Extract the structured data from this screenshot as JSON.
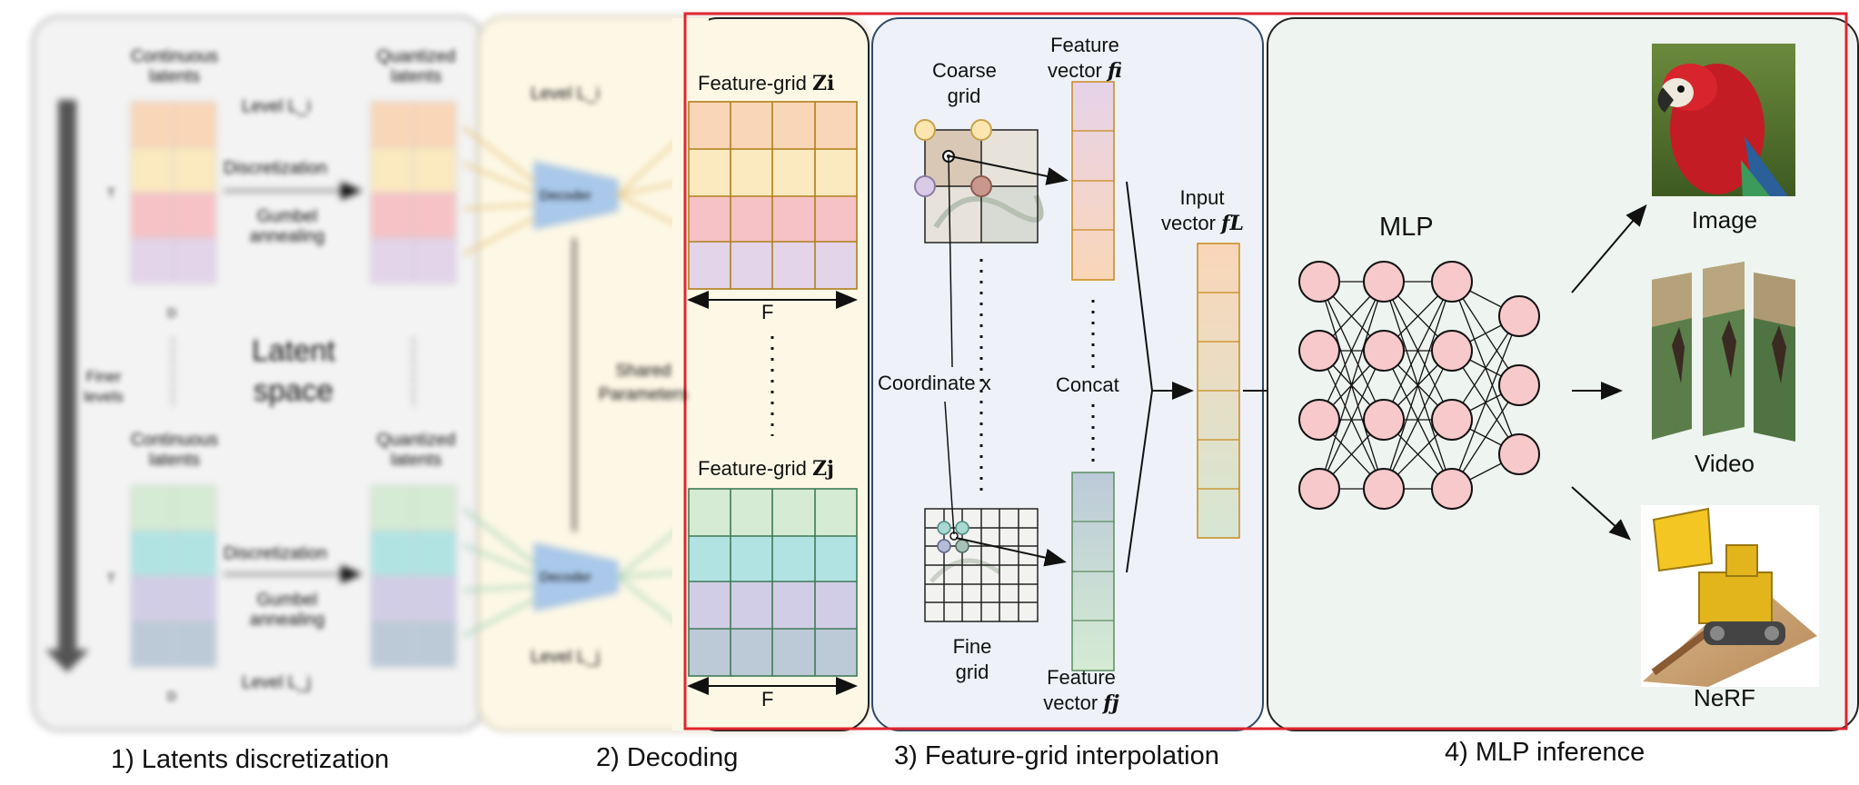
{
  "panel1": {
    "caption": "1) Latents discretization",
    "continuous_latents": "Continuous latents",
    "quantized_latents": "Quantized latents",
    "level_top": "Level L_i",
    "level_bottom": "Level L_j",
    "discretization": "Discretization",
    "gumbel": "Gumbel annealing",
    "latent_space": "Latent space",
    "finer_levels": "Finer levels",
    "dim_t": "T",
    "dim_d": "D"
  },
  "panel2": {
    "caption": "2) Decoding",
    "decoder": "Decoder",
    "shared_parameters": "Shared Parameters",
    "level_top": "Level L_i",
    "level_bottom": "Level L_j",
    "feature_grid_top": "Feature-grid",
    "feature_grid_top_sym": "Zi",
    "feature_grid_bottom": "Feature-grid",
    "feature_grid_bottom_sym": "Zj",
    "dim_f": "F"
  },
  "panel3": {
    "caption": "3) Feature-grid interpolation",
    "coarse_grid": [
      "Coarse",
      "grid"
    ],
    "fine_grid": [
      "Fine",
      "grid"
    ],
    "coordinate": "Coordinate x",
    "feature_vector_top": [
      "Feature",
      "vector"
    ],
    "feature_vector_top_sym": "fi",
    "feature_vector_bottom": [
      "Feature",
      "vector"
    ],
    "feature_vector_bottom_sym": "fj",
    "concat": "Concat",
    "input_vector": [
      "Input",
      "vector"
    ],
    "input_vector_sym": "fL"
  },
  "panel4": {
    "caption": "4) MLP inference",
    "mlp": "MLP",
    "outputs": [
      "Image",
      "Video",
      "NeRF"
    ]
  },
  "colors": {
    "highlight_border": "#e0262f",
    "grid_orange": "#fad6b8",
    "grid_yellow": "#fbe9bf",
    "grid_red": "#f6c2c6",
    "grid_purple": "#e3d4ea",
    "grid_green": "#d5ebd3",
    "grid_teal": "#b2e3e3",
    "grid_lavender": "#d2cde6",
    "grid_slate": "#bccad8",
    "node_fill": "#f8c9cb",
    "panel3_bg": "#eef2f8",
    "panel4_bg": "#eef4ef",
    "panel2_bg": "#fdf8e6"
  }
}
